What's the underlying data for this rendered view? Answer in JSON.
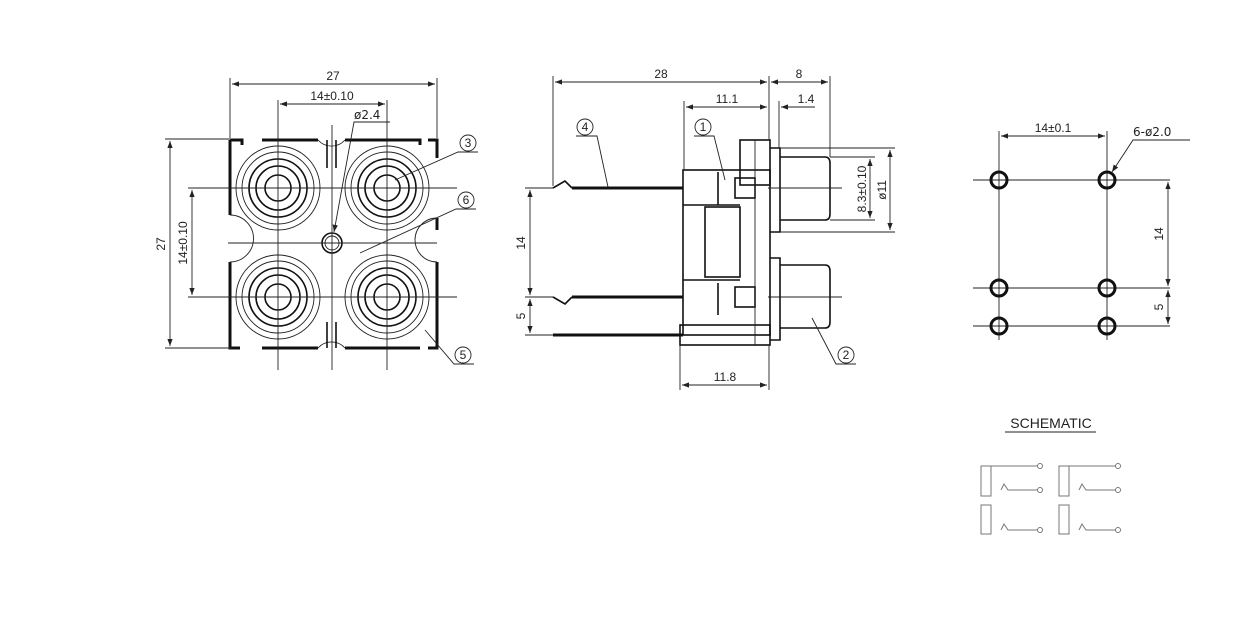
{
  "front_view": {
    "width_overall": "27",
    "height_overall": "27",
    "pitch_horizontal": "14±0.10",
    "pitch_vertical": "14±0.10",
    "center_hole": "ø2.4",
    "callouts": [
      "3",
      "6",
      "5"
    ]
  },
  "side_view": {
    "overall_length": "28",
    "plug_length": "8",
    "body_depth": "11.1",
    "flange": "1.4",
    "base_depth": "11.8",
    "pin_pitch_1": "14",
    "pin_pitch_2": "5",
    "plug_diameter": "8.3±0.10",
    "flange_diameter": "ø11",
    "callouts": [
      "4",
      "1",
      "2"
    ]
  },
  "pcb_layout": {
    "pitch_horizontal": "14±0.1",
    "hole_spec": "6-ø2.0",
    "pitch_vertical_1": "14",
    "pitch_vertical_2": "5"
  },
  "schematic": {
    "title": "SCHEMATIC"
  }
}
